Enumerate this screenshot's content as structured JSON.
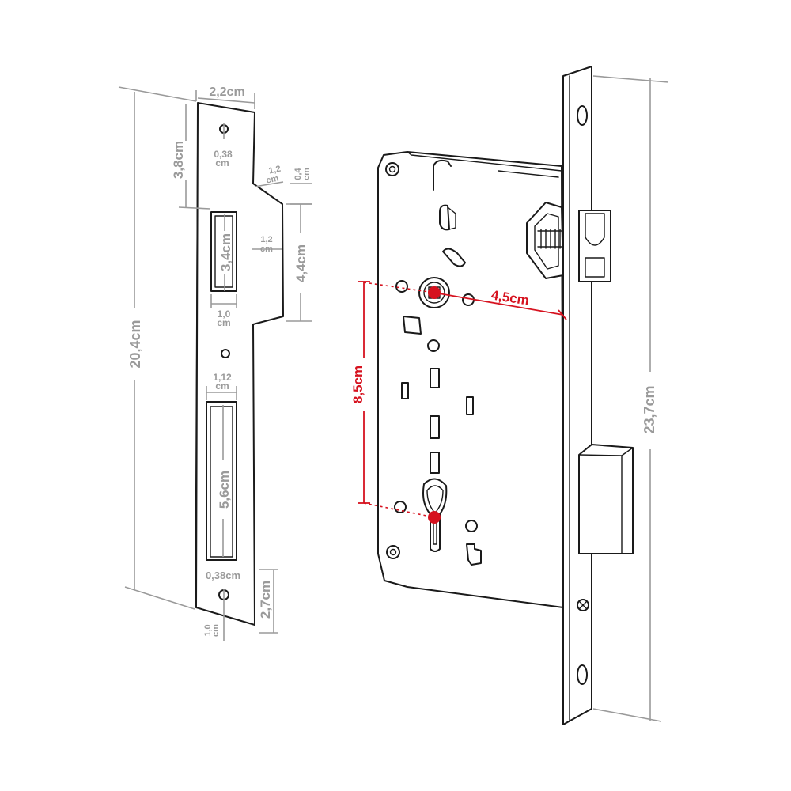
{
  "strike_plate": {
    "width": "2,2cm",
    "total_height": "20,4cm",
    "top_to_slot": "3,8cm",
    "hole_diameter_top": "0,38",
    "hole_diameter_top_unit": "cm",
    "tab_offset": "1,2",
    "tab_offset_unit": "cm",
    "tab_step": "0,4",
    "tab_step_unit": "cm",
    "latch_slot_height": "3,4cm",
    "latch_slot_depth": "1,2",
    "latch_slot_depth_unit": "cm",
    "tab_height": "4,4cm",
    "latch_slot_width": "1,0",
    "latch_slot_width_unit": "cm",
    "bolt_slot_width": "1,12",
    "bolt_slot_width_unit": "cm",
    "bolt_slot_height": "5,6cm",
    "hole_diameter_bottom": "0,38cm",
    "bottom_to_hole": "2,7cm",
    "hole_offset": "1,0",
    "hole_offset_unit": "cm"
  },
  "lock_body": {
    "backset": "4,5cm",
    "center_distance": "8,5cm",
    "faceplate_height": "23,7cm"
  },
  "colors": {
    "dimension_grey": "#9a9a9a",
    "highlight_red": "#d6121f",
    "ink": "#1a1a1a"
  }
}
